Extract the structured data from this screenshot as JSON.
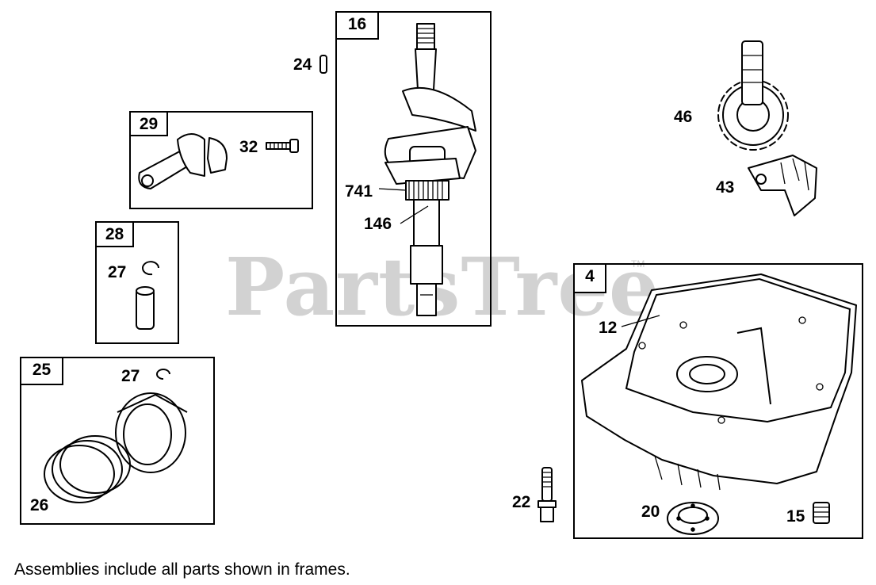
{
  "watermark": {
    "text": "PartsTree",
    "tm": "TM"
  },
  "frames": {
    "f16": "16",
    "f29": "29",
    "f28": "28",
    "f25": "25",
    "f4": "4"
  },
  "callouts": {
    "c24": "24",
    "c32": "32",
    "c27a": "27",
    "c27b": "27",
    "c26": "26",
    "c741": "741",
    "c146": "146",
    "c46": "46",
    "c43": "43",
    "c12": "12",
    "c22": "22",
    "c20": "20",
    "c15": "15"
  },
  "footnote": "Assemblies include all parts shown in frames."
}
